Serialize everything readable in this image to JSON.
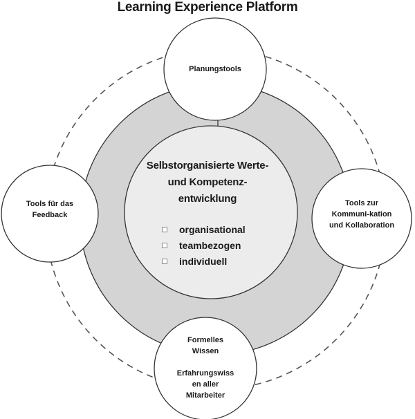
{
  "title": "Learning Experience Platform",
  "center": {
    "heading_lines": [
      "Selbstorganisierte Werte-",
      "und Kompetenz-",
      "entwicklung"
    ],
    "items": [
      "organisational",
      "teambezogen",
      "individuell"
    ]
  },
  "nodes": {
    "top": {
      "lines": [
        "Planungstools"
      ]
    },
    "left": {
      "lines": [
        "Tools für das",
        "Feedback"
      ]
    },
    "right": {
      "lines": [
        "Tools zur",
        "Kommuni-kation",
        "und Kollaboration"
      ]
    },
    "bottom": {
      "lines": [
        "Formelles",
        "Wissen",
        "",
        "Erfahrungswiss",
        "en aller",
        "Mitarbeiter"
      ]
    }
  },
  "colors": {
    "ring_fill": "#d4d4d4",
    "center_fill": "#ececec",
    "node_fill": "#ffffff",
    "stroke": "#333333"
  }
}
